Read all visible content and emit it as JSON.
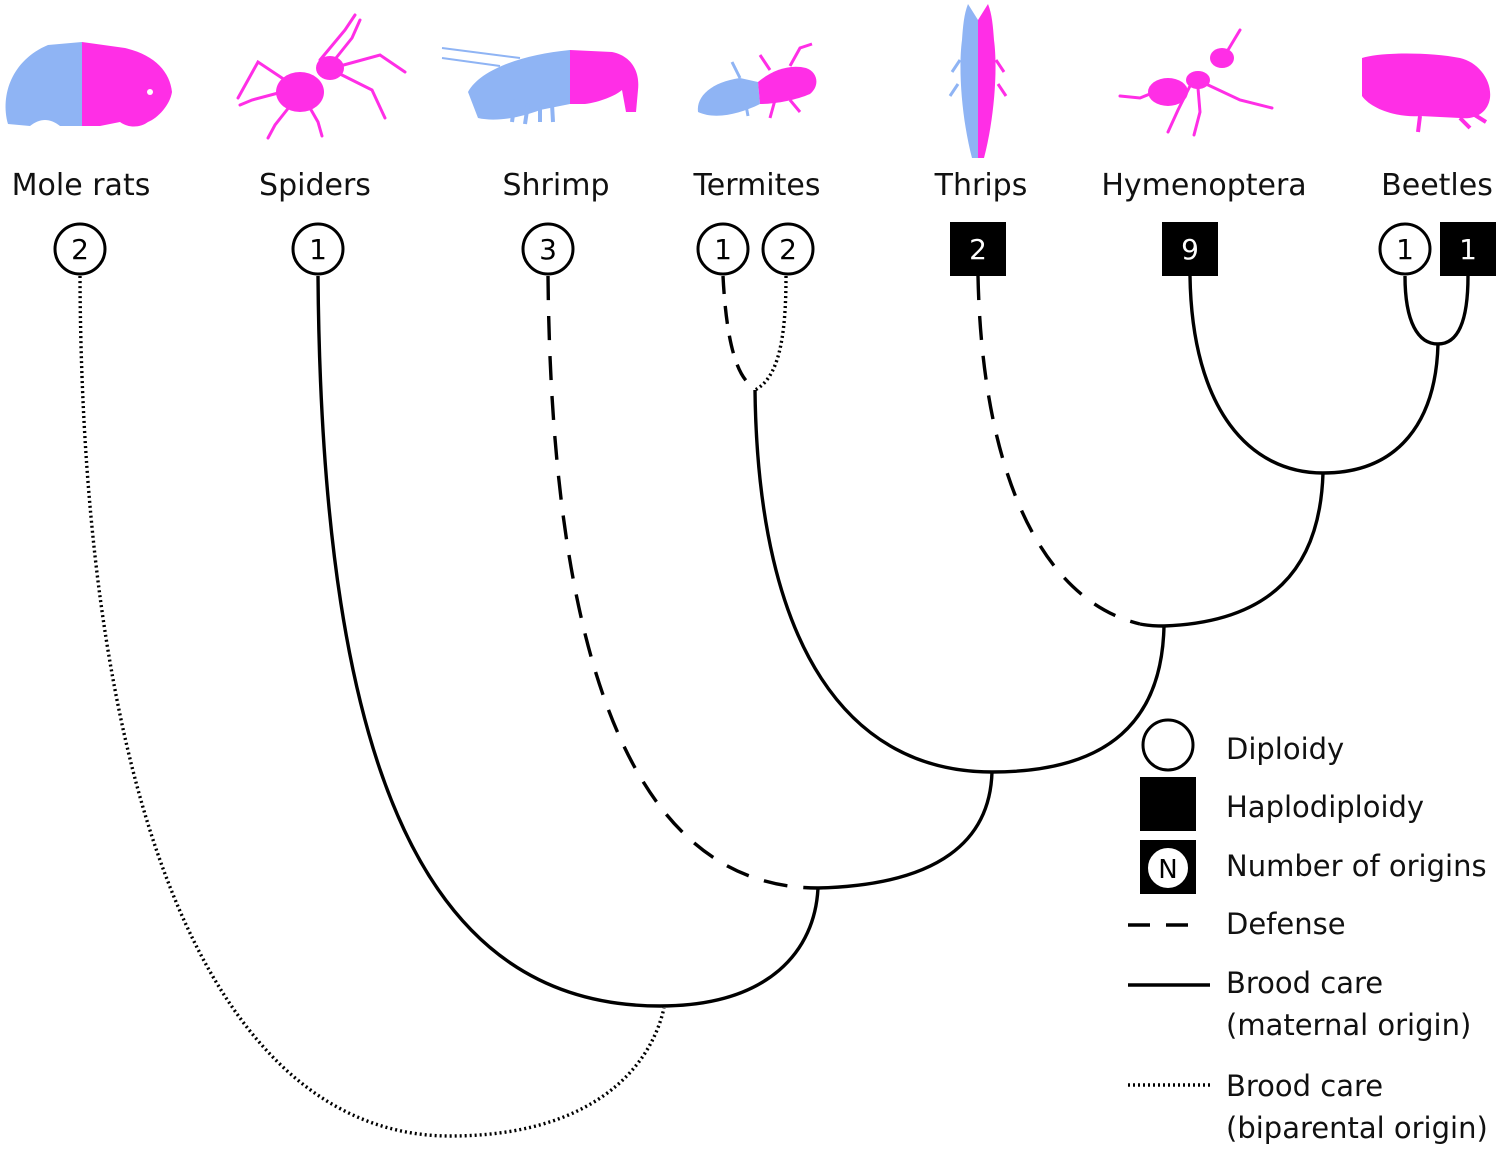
{
  "taxa": [
    {
      "name": "Mole rats",
      "origins": [
        {
          "count": "2",
          "ploidy": "diploid",
          "care": "biparental"
        }
      ]
    },
    {
      "name": "Spiders",
      "origins": [
        {
          "count": "1",
          "ploidy": "diploid",
          "care": "maternal"
        }
      ]
    },
    {
      "name": "Shrimp",
      "origins": [
        {
          "count": "3",
          "ploidy": "diploid",
          "care": "defense"
        }
      ]
    },
    {
      "name": "Termites",
      "origins": [
        {
          "count": "1",
          "ploidy": "diploid",
          "care": "defense"
        },
        {
          "count": "2",
          "ploidy": "diploid",
          "care": "biparental"
        }
      ]
    },
    {
      "name": "Thrips",
      "origins": [
        {
          "count": "2",
          "ploidy": "haplodiploid",
          "care": "defense"
        }
      ]
    },
    {
      "name": "Hymenoptera",
      "origins": [
        {
          "count": "9",
          "ploidy": "haplodiploid",
          "care": "maternal"
        }
      ]
    },
    {
      "name": "Beetles",
      "origins": [
        {
          "count": "1",
          "ploidy": "diploid",
          "care": "maternal"
        },
        {
          "count": "1",
          "ploidy": "haplodiploid",
          "care": "maternal"
        }
      ]
    }
  ],
  "legend": {
    "diploidy": "Diploidy",
    "haplodiploidy": "Haplodiploidy",
    "origins_symbol": "N",
    "origins": "Number of origins",
    "defense": "Defense",
    "brood_maternal_1": "Brood care",
    "brood_maternal_2": "(maternal origin)",
    "brood_biparental_1": "Brood care",
    "brood_biparental_2": "(biparental origin)"
  },
  "colors": {
    "female": "#ff2ee6",
    "male": "#8fb4f4",
    "line": "#000000"
  }
}
